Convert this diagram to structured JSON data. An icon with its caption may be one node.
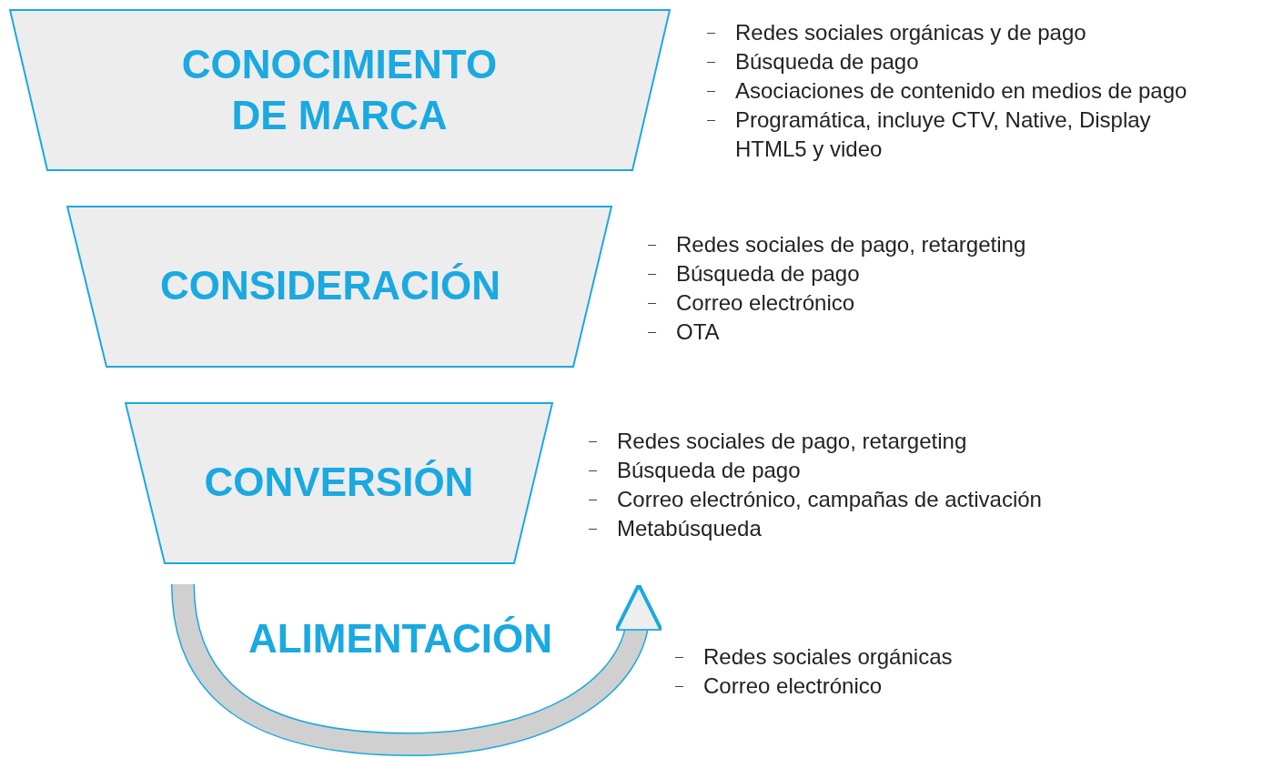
{
  "diagram": {
    "nodes": [
      {
        "text": [
          "CONOCIMIENTO DE MARCA"
        ],
        "beside": [
          "Redes sociales orgánicas y de pago",
          "Búsqueda de pago",
          "Asociaciones de contenido en medios de pago",
          "Programática, incluye CTV, Native, Display HTML5 y video"
        ]
      },
      {
        "text": [
          "CONSIDERACIÓN"
        ],
        "beside": [
          "Redes sociales de pago, retargeting",
          "Búsqueda de pago",
          "Correo electrónico",
          "OTA"
        ]
      },
      {
        "text": [
          "CONVERSIÓN"
        ],
        "beside": [
          "Redes sociales de pago, retargeting",
          "Búsqueda de pago",
          "Correo electrónico, campañas de activación",
          "Metabúsqueda"
        ]
      },
      {
        "text": [
          "ALIMENTACIÓN"
        ],
        "beside": [
          "Redes sociales orgánicas",
          "Correo electrónico"
        ]
      }
    ]
  }
}
